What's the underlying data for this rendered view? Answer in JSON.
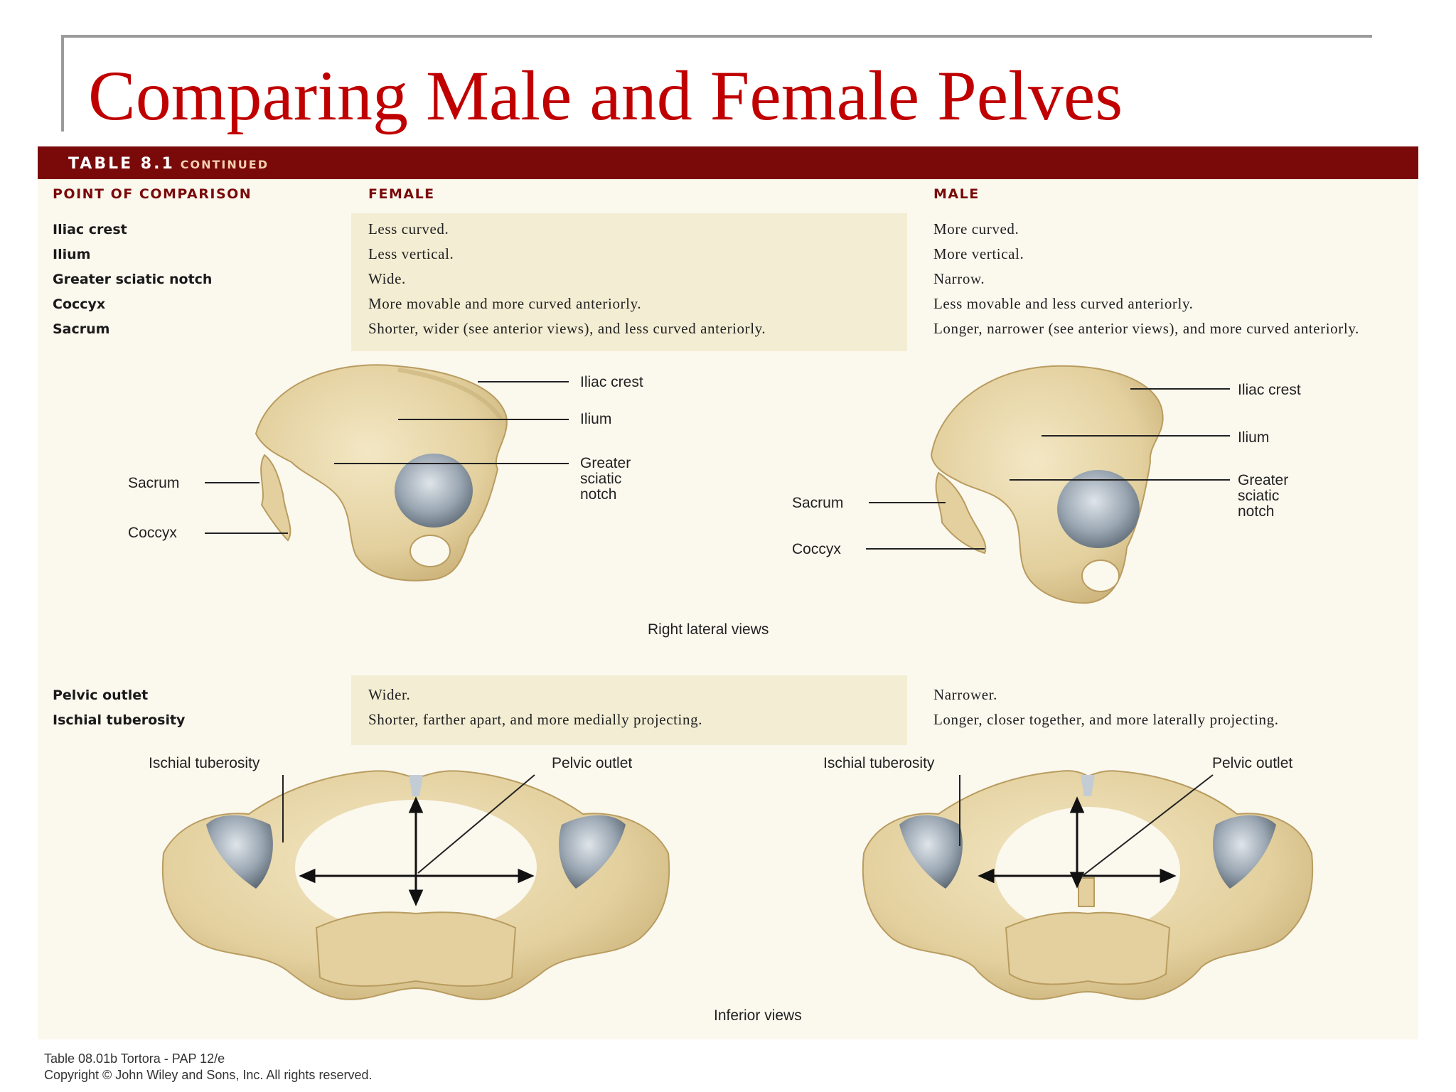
{
  "slide": {
    "title": "Comparing Male and Female  Pelves"
  },
  "table": {
    "header": "TABLE 8.1",
    "header_suffix": "CONTINUED",
    "columns": {
      "comparison": "POINT OF COMPARISON",
      "female": "FEMALE",
      "male": "MALE"
    },
    "rows_upper": [
      {
        "point": "Iliac crest",
        "female": "Less curved.",
        "male": "More curved."
      },
      {
        "point": "Ilium",
        "female": "Less vertical.",
        "male": "More vertical."
      },
      {
        "point": "Greater sciatic notch",
        "female": "Wide.",
        "male": "Narrow."
      },
      {
        "point": "Coccyx",
        "female": "More movable and more curved anteriorly.",
        "male": "Less movable and less curved anteriorly."
      },
      {
        "point": "Sacrum",
        "female": "Shorter, wider (see anterior views), and less curved anteriorly.",
        "male": "Longer, narrower (see anterior views), and more curved anteriorly."
      }
    ],
    "rows_lower": [
      {
        "point": "Pelvic outlet",
        "female": "Wider.",
        "male": "Narrower."
      },
      {
        "point": "Ischial tuberosity",
        "female": "Shorter, farther apart, and more medially projecting.",
        "male": "Longer, closer together, and more laterally projecting."
      }
    ]
  },
  "lateral_figures": {
    "female_labels": {
      "iliac_crest": "Iliac crest",
      "ilium": "Ilium",
      "greater_sciatic_notch": "Greater\nsciatic\nnotch",
      "sacrum": "Sacrum",
      "coccyx": "Coccyx"
    },
    "male_labels": {
      "iliac_crest": "Iliac crest",
      "ilium": "Ilium",
      "greater_sciatic_notch": "Greater\nsciatic\nnotch",
      "sacrum": "Sacrum",
      "coccyx": "Coccyx"
    },
    "caption": "Right lateral views"
  },
  "inferior_figures": {
    "female_labels": {
      "ischial_tuberosity": "Ischial tuberosity",
      "pelvic_outlet": "Pelvic outlet"
    },
    "male_labels": {
      "ischial_tuberosity": "Ischial tuberosity",
      "pelvic_outlet": "Pelvic outlet"
    },
    "caption": "Inferior views"
  },
  "credit": {
    "line1": "Table 08.01b  Tortora - PAP 12/e",
    "line2": "Copyright © John Wiley and Sons, Inc. All rights reserved."
  },
  "colors": {
    "title": "#c00000",
    "header_bar": "#7a0a0a",
    "panel": "#fbf8ee",
    "female_band": "#f3edd3",
    "bone": "#e6d6a8",
    "bone_shadow": "#c9b47e",
    "acetabulum": "#9aa6b2"
  }
}
